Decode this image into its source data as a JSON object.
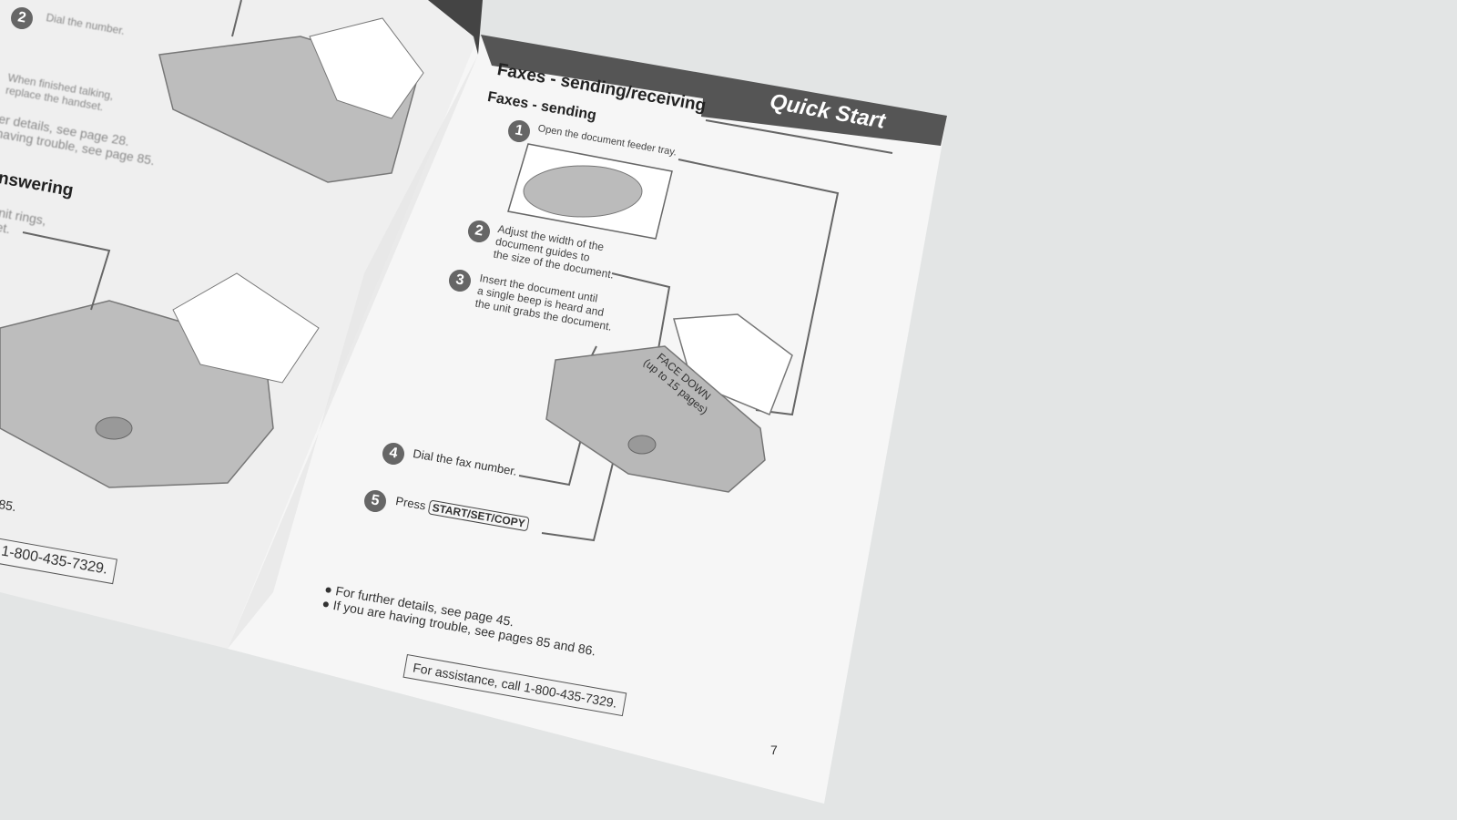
{
  "left_page": {
    "step_number": "2",
    "dial_text": "Dial the number.",
    "finish_text": [
      "When finished talking,",
      "replace the handset."
    ],
    "details_lines": [
      "er details, see page 28.",
      "having trouble, see page 85."
    ],
    "section_heading": "nswering",
    "rings_lines": [
      "nit rings,",
      "et."
    ],
    "page_ref": "85.",
    "phone_box": "1-800-435-7329."
  },
  "right_page": {
    "title": "Faxes - sending/receiving",
    "banner": "Quick Start",
    "subtitle": "Faxes - sending",
    "steps": [
      {
        "num": "1",
        "text": [
          "Open the document feeder tray."
        ]
      },
      {
        "num": "2",
        "text": [
          "Adjust the width of the",
          "document guides to",
          "the size of the document."
        ]
      },
      {
        "num": "3",
        "text": [
          "Insert the document until",
          "a single beep is heard and",
          "the unit grabs the document."
        ]
      },
      {
        "num": "4",
        "text": [
          "Dial the fax number."
        ]
      },
      {
        "num": "5",
        "text": [
          "Press"
        ],
        "key": "START/SET/COPY"
      }
    ],
    "face_down": [
      "FACE DOWN",
      "(up to 15 pages)"
    ],
    "bullets": [
      "For further details, see page 45.",
      "If you are having trouble, see pages 85 and 86."
    ],
    "assistance": "For assistance, call 1-800-435-7329.",
    "page_number": "7"
  },
  "colors": {
    "banner": "#555555",
    "page": "#f6f6f6",
    "background": "#e3e5e5"
  }
}
